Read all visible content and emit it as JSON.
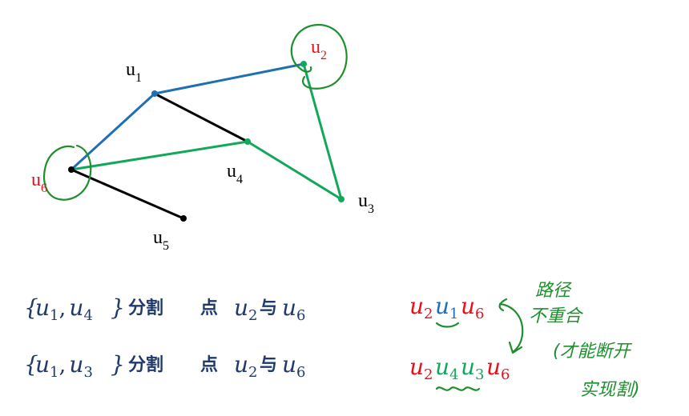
{
  "graph": {
    "colors": {
      "blue": "#1f6fb5",
      "green": "#12a85a",
      "black": "#000000",
      "red": "#e8101a",
      "navy": "#1f3a6b",
      "hand_green": "#1f8f2e"
    },
    "vertices": {
      "u1": {
        "base": "u",
        "sub": "1"
      },
      "u2": {
        "base": "u",
        "sub": "2"
      },
      "u3": {
        "base": "u",
        "sub": "3"
      },
      "u4": {
        "base": "u",
        "sub": "4"
      },
      "u5": {
        "base": "u",
        "sub": "5"
      },
      "u6": {
        "base": "u",
        "sub": "6"
      }
    }
  },
  "statements": [
    {
      "open": "{",
      "a": "u",
      "a_sub": "1",
      "comma": ",",
      "b": "u",
      "b_sub": "4",
      "close": "}",
      "text1": "分割",
      "text2": "点",
      "c": "u",
      "c_sub": "2",
      "yu": "与",
      "d": "u",
      "d_sub": "6"
    },
    {
      "open": "{",
      "a": "u",
      "a_sub": "1",
      "comma": ",",
      "b": "u",
      "b_sub": "3",
      "close": "}",
      "text1": "分割",
      "text2": "点",
      "c": "u",
      "c_sub": "2",
      "yu": "与",
      "d": "u",
      "d_sub": "6"
    }
  ],
  "paths": [
    {
      "tokens": [
        {
          "base": "u",
          "sub": "2",
          "color": "#e8101a"
        },
        {
          "base": "u",
          "sub": "1",
          "color": "#1f6fb5"
        },
        {
          "base": "u",
          "sub": "6",
          "color": "#e8101a"
        }
      ]
    },
    {
      "tokens": [
        {
          "base": "u",
          "sub": "2",
          "color": "#e8101a"
        },
        {
          "base": "u",
          "sub": "4",
          "color": "#12a85a"
        },
        {
          "base": "u",
          "sub": "3",
          "color": "#12a85a"
        },
        {
          "base": "u",
          "sub": "6",
          "color": "#e8101a"
        }
      ]
    }
  ],
  "handwriting": {
    "line1": "路径",
    "line2": "不重合",
    "line3": "(才能断开",
    "line4": "实现割)"
  }
}
